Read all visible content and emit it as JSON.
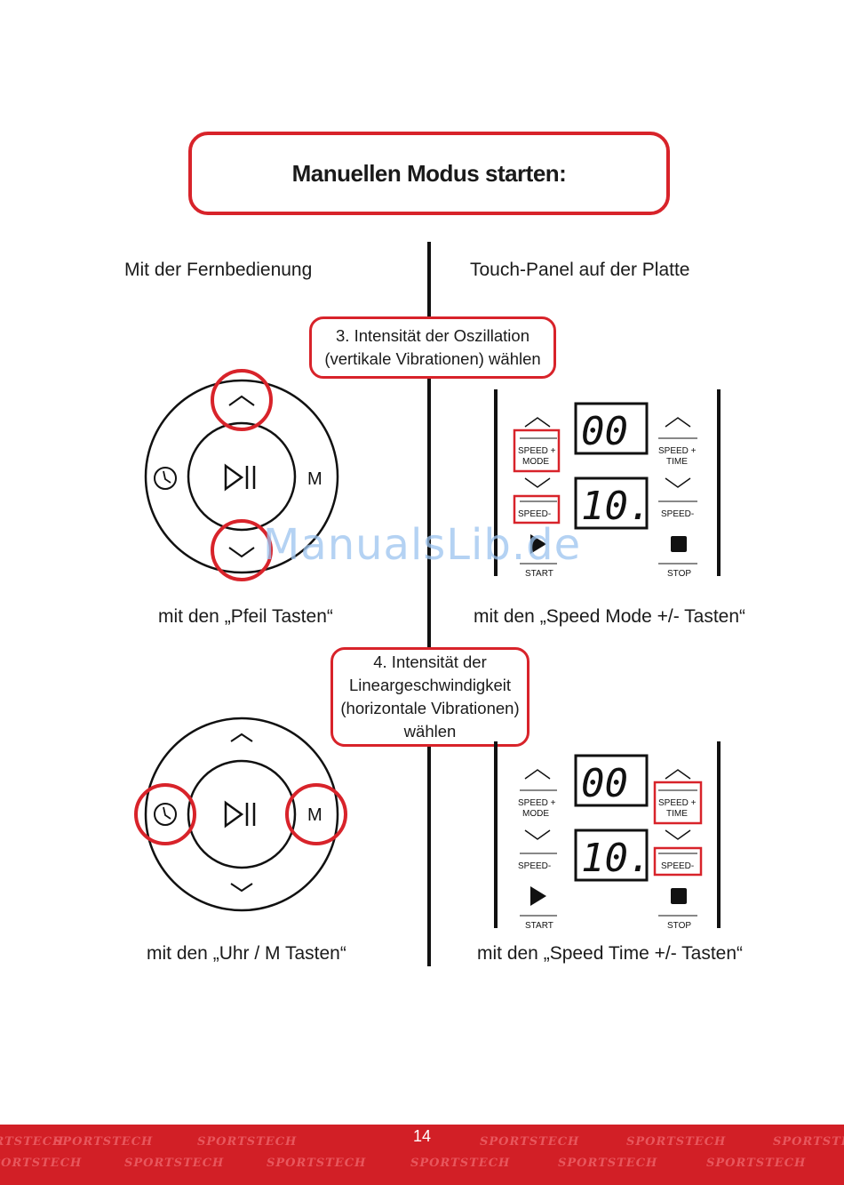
{
  "title": "Manuellen Modus starten:",
  "columns": {
    "left": "Mit der Fernbedienung",
    "right": "Touch-Panel auf der Platte"
  },
  "step3": {
    "callout": [
      "3. Intensität der Oszillation",
      "(vertikale Vibrationen) wählen"
    ],
    "left_caption": "mit den „Pfeil Tasten“",
    "right_caption": "mit den „Speed Mode +/- Tasten“"
  },
  "step4": {
    "callout": [
      "4. Intensität der",
      "Lineargeschwindigkeit",
      "(horizontale Vibrationen)",
      "wählen"
    ],
    "left_caption": "mit den „Uhr / M Tasten“",
    "right_caption": "mit den „Speed Time +/- Tasten“"
  },
  "remote": {
    "up_icon": "chevron-up-icon",
    "down_icon": "chevron-down-icon",
    "clock_icon": "clock-icon",
    "play_pause_icon": "play-pause-icon",
    "m_label": "M"
  },
  "panel": {
    "speed_plus_mode": [
      "SPEED +",
      "MODE"
    ],
    "speed_plus_time": [
      "SPEED +",
      "TIME"
    ],
    "speed_minus": "SPEED-",
    "start": "START",
    "stop": "STOP",
    "display_top": "00",
    "display_bottom": "10."
  },
  "watermark": "ManualsLib.de",
  "footer": {
    "page_number": "14",
    "brand": "SPORTSTECH"
  },
  "colors": {
    "highlight": "#d8232a",
    "footer": "#d21f26"
  }
}
